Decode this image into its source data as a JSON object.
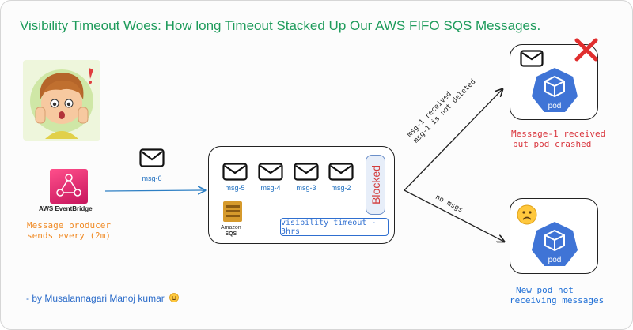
{
  "title": "Visibility Timeout Woes: How long Timeout Stacked Up Our AWS FIFO SQS Messages.",
  "producer": {
    "service_label": "AWS EventBridge",
    "caption_line1": "Message producer",
    "caption_line2": "sends every (2m)"
  },
  "incoming": {
    "label": "msg-6"
  },
  "queue": {
    "messages": [
      "msg-5",
      "msg-4",
      "msg-3",
      "msg-2"
    ],
    "blocked_label": "Blocked",
    "visibility_label": "visibility timeout - 3hrs",
    "sqs_label_line1": "Amazon",
    "sqs_label_line2": "SQS"
  },
  "arrow_top": {
    "line1": "msg-1 received",
    "line2": "msg-1 is not deleted"
  },
  "arrow_bottom": {
    "label": "no msgs"
  },
  "pod_top": {
    "pod_label": "pod",
    "caption_line1": "Message-1 received",
    "caption_line2": "but pod crashed"
  },
  "pod_bottom": {
    "pod_label": "pod",
    "caption_line1": "New pod not",
    "caption_line2": "receiving messages"
  },
  "byline": "- by Musalannagari Manoj kumar",
  "colors": {
    "title": "#1e9b5b",
    "accent_blue": "#1f6fd6",
    "orange": "#f08a24",
    "red": "#d9363e",
    "pod_blue": "#3f74d6"
  }
}
